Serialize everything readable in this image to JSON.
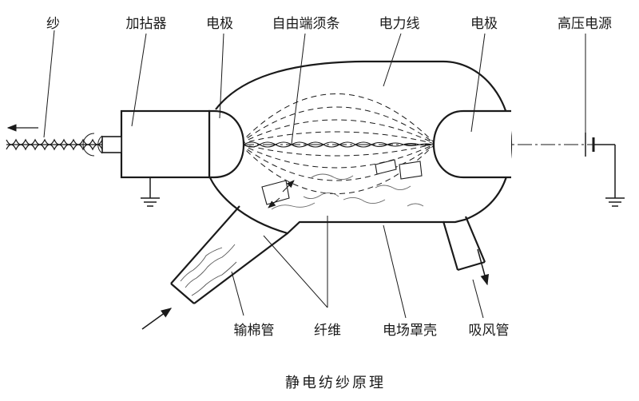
{
  "diagram": {
    "labels": {
      "yarn": "纱",
      "twister": "加拈器",
      "electrode_left": "电极",
      "free_end_strand": "自由端须条",
      "field_lines": "电力线",
      "electrode_right": "电极",
      "hv_source": "高压电源",
      "cotton_feed_tube": "输棉管",
      "fibers": "纤维",
      "field_housing": "电场罩壳",
      "suction_tube": "吸风管"
    },
    "caption": "静电纺纱原理",
    "colors": {
      "ink": "#1a1a1a",
      "background": "#ffffff"
    }
  }
}
